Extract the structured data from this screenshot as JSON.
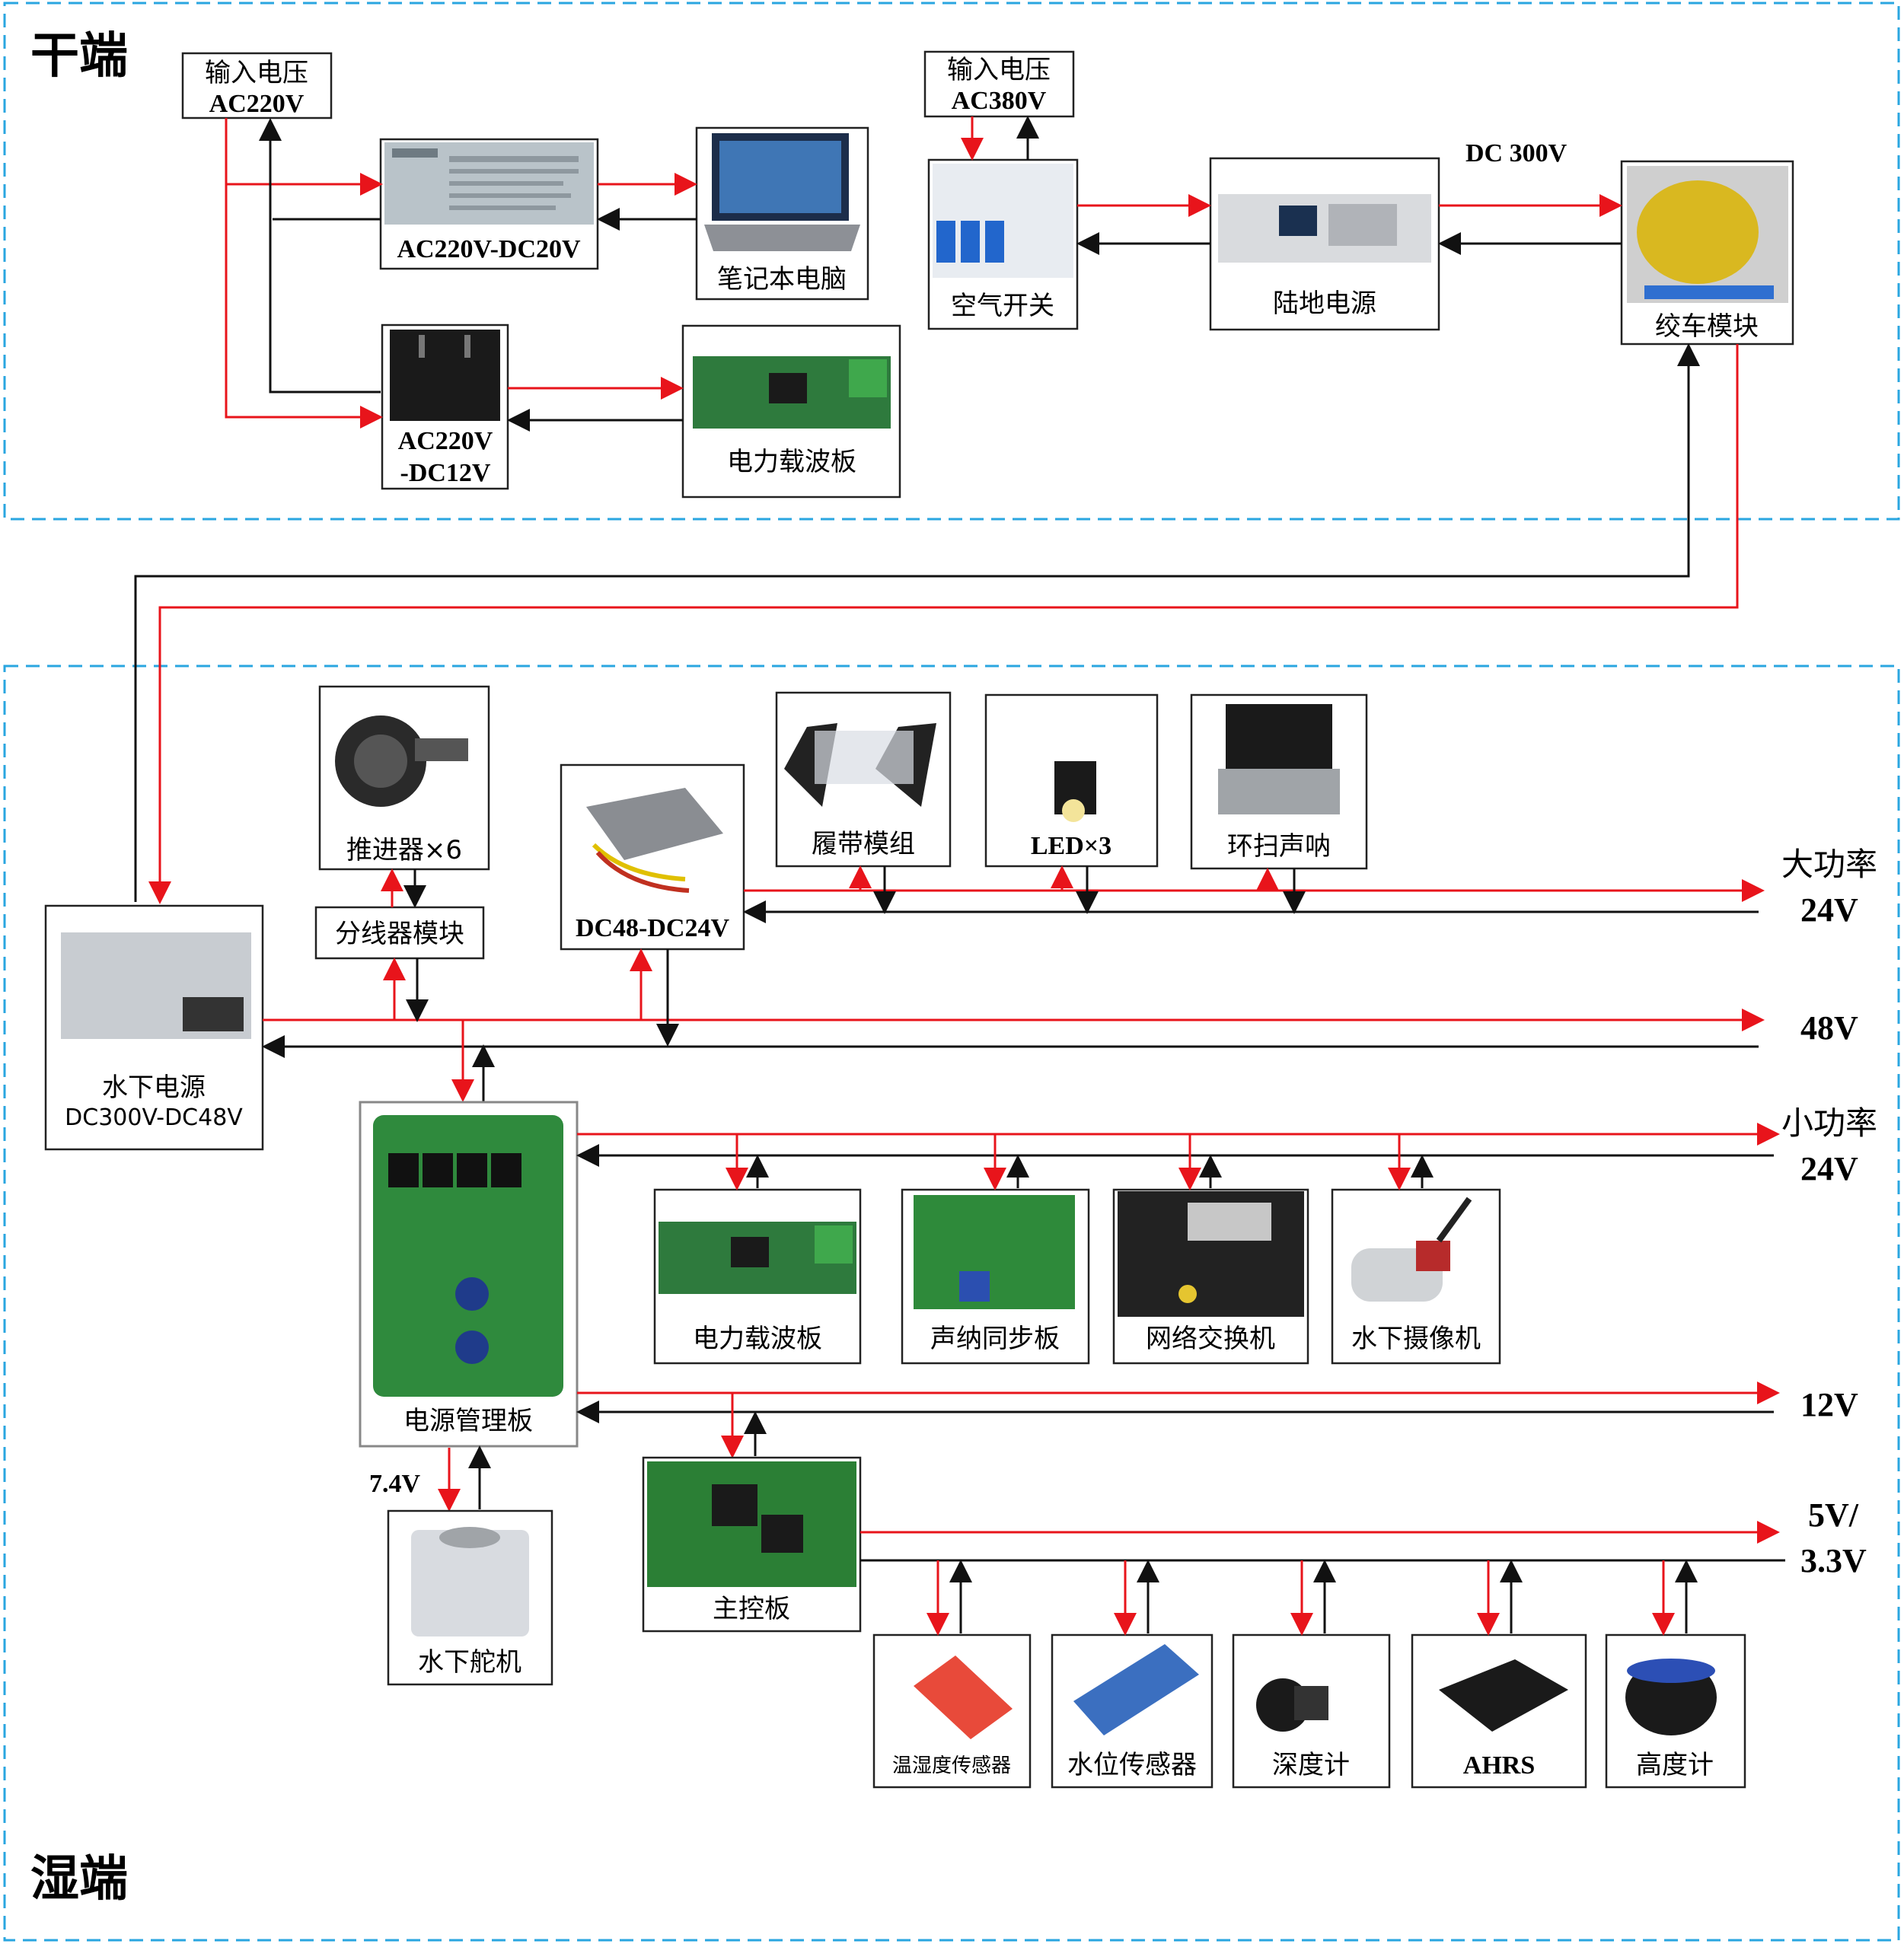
{
  "zones": {
    "dry": "干端",
    "wet": "湿端"
  },
  "colors": {
    "power_flow": "#e8141b",
    "return_flow": "#111111",
    "zone_border": "#2aa6e0"
  },
  "dry": {
    "input_220": {
      "line1": "输入电压",
      "line2": "AC220V"
    },
    "input_380": {
      "line1": "输入电压",
      "line2": "AC380V"
    },
    "adapter_20": "AC220V-DC20V",
    "laptop": "笔记本电脑",
    "adapter_12": {
      "line1": "AC220V",
      "line2": "-DC12V"
    },
    "plc_board": "电力载波板",
    "air_switch": "空气开关",
    "land_power": "陆地电源",
    "dc300": "DC 300V",
    "winch": "绞车模块"
  },
  "wet": {
    "uw_power": {
      "line1": "水下电源",
      "line2": "DC300V-DC48V"
    },
    "thruster": "推进器×6",
    "splitter": "分线器模块",
    "dc48_24": "DC48-DC24V",
    "track": "履带模组",
    "led": "LED×3",
    "sonar": "环扫声呐",
    "pmb": "电源管理板",
    "plc_board": "电力载波板",
    "sonar_sync": "声纳同步板",
    "switch": "网络交换机",
    "camera": "水下摄像机",
    "servo_v": "7.4V",
    "servo": "水下舵机",
    "main_ctrl": "主控板",
    "temp_hum": "温湿度传感器",
    "water_level": "水位传感器",
    "depth": "深度计",
    "ahrs": "AHRS",
    "altimeter": "高度计"
  },
  "rails": {
    "high_power_cn": "大功率",
    "high_power_v": "24V",
    "v48": "48V",
    "low_power_cn": "小功率",
    "low_power_v": "24V",
    "v12": "12V",
    "v5a": "5V/",
    "v5b": "3.3V"
  }
}
